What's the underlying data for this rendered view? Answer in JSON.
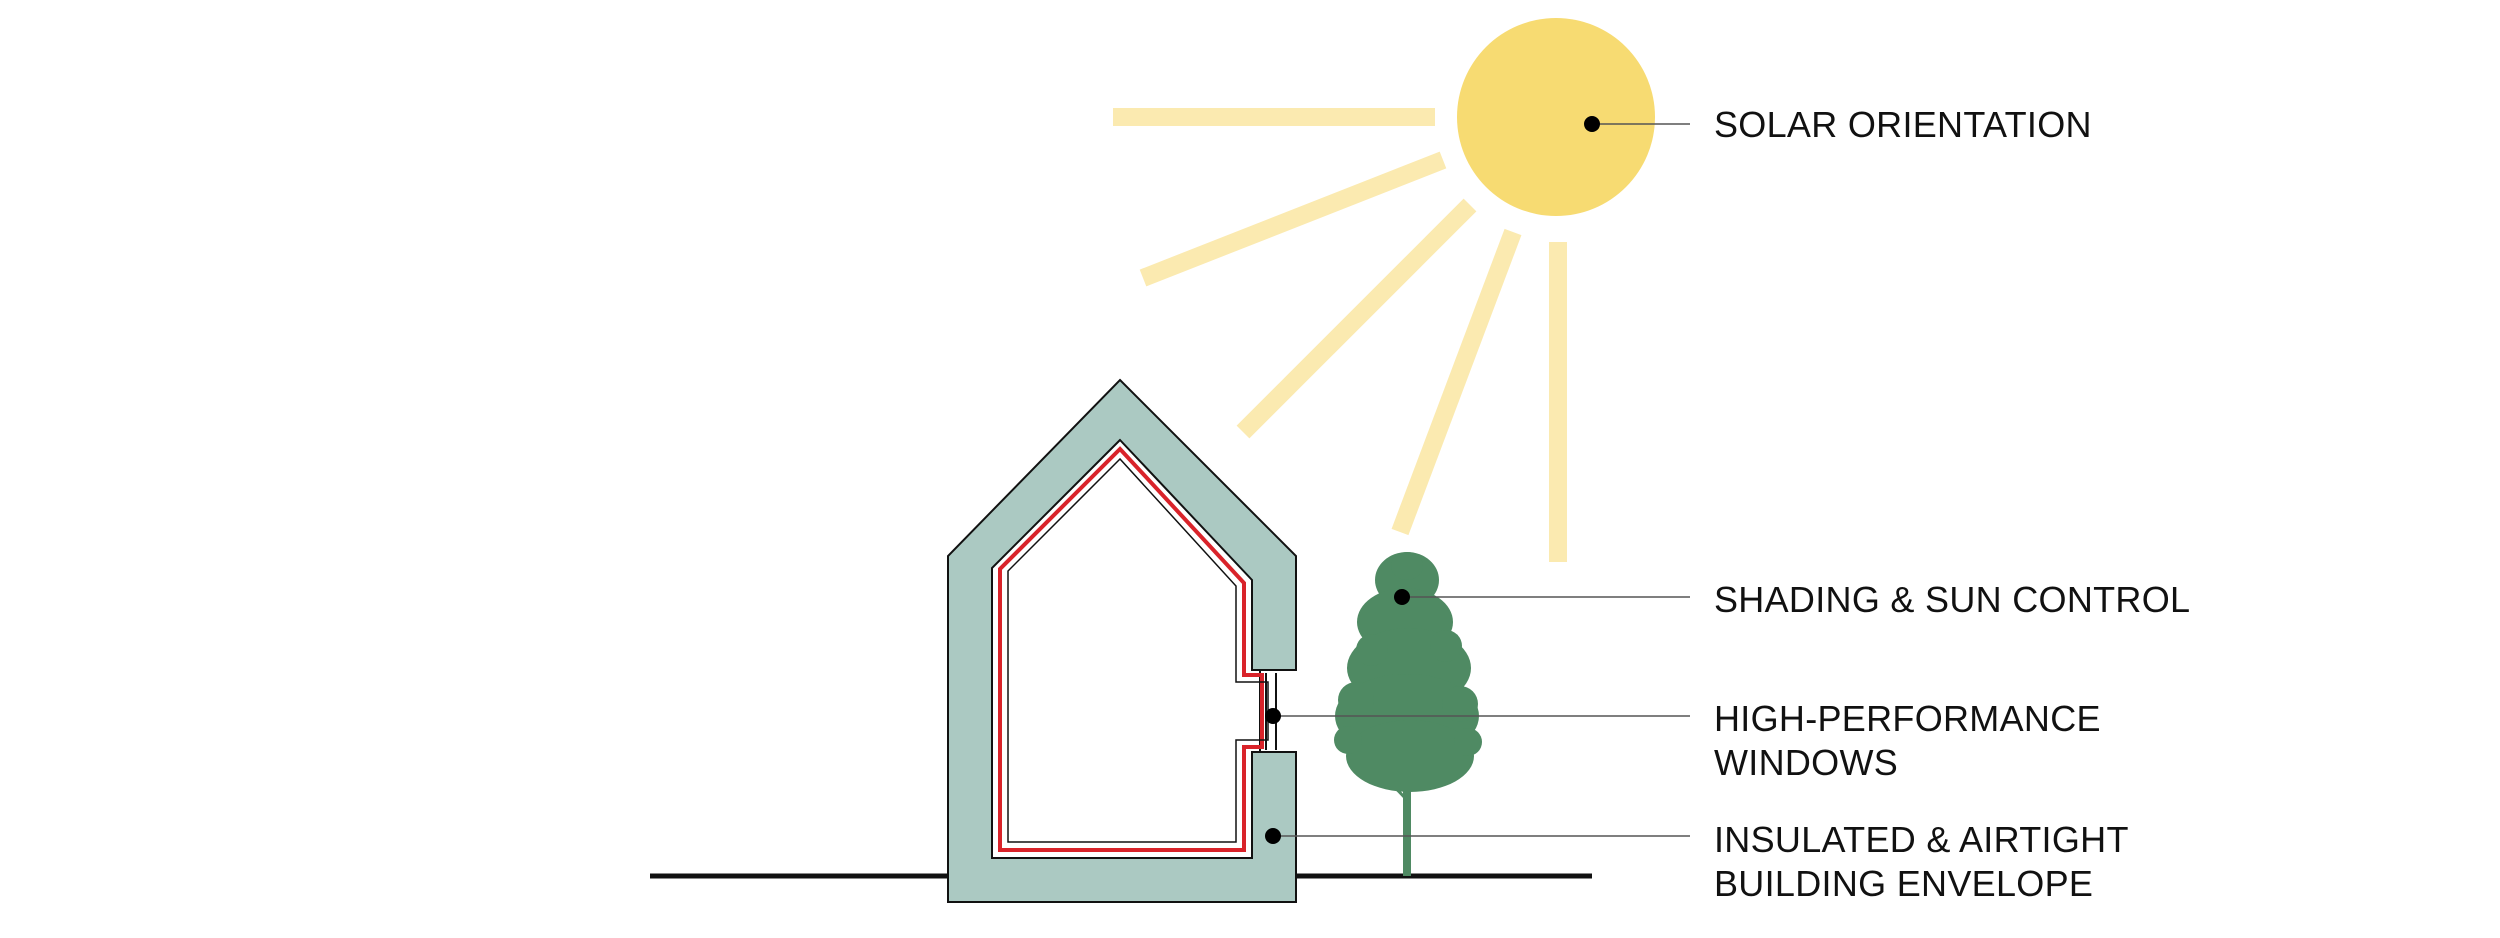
{
  "labels": {
    "solar": {
      "lines": [
        "SOLAR ORIENTATION"
      ]
    },
    "shading": {
      "lines": [
        "SHADING & SUN CONTROL"
      ]
    },
    "windows": {
      "lines": [
        "HIGH-PERFORMANCE",
        "WINDOWS"
      ]
    },
    "envelope": {
      "lines": [
        "INSULATED & AIRTIGHT",
        "BUILDING ENVELOPE"
      ]
    }
  },
  "colors": {
    "sun": "#f7db72",
    "sun_rays": "#fbeab0",
    "wall": "#abc9c2",
    "airtight_layer": "#d9232a",
    "tree": "#4f8a63",
    "ground": "#111111",
    "leader": "#555555"
  }
}
